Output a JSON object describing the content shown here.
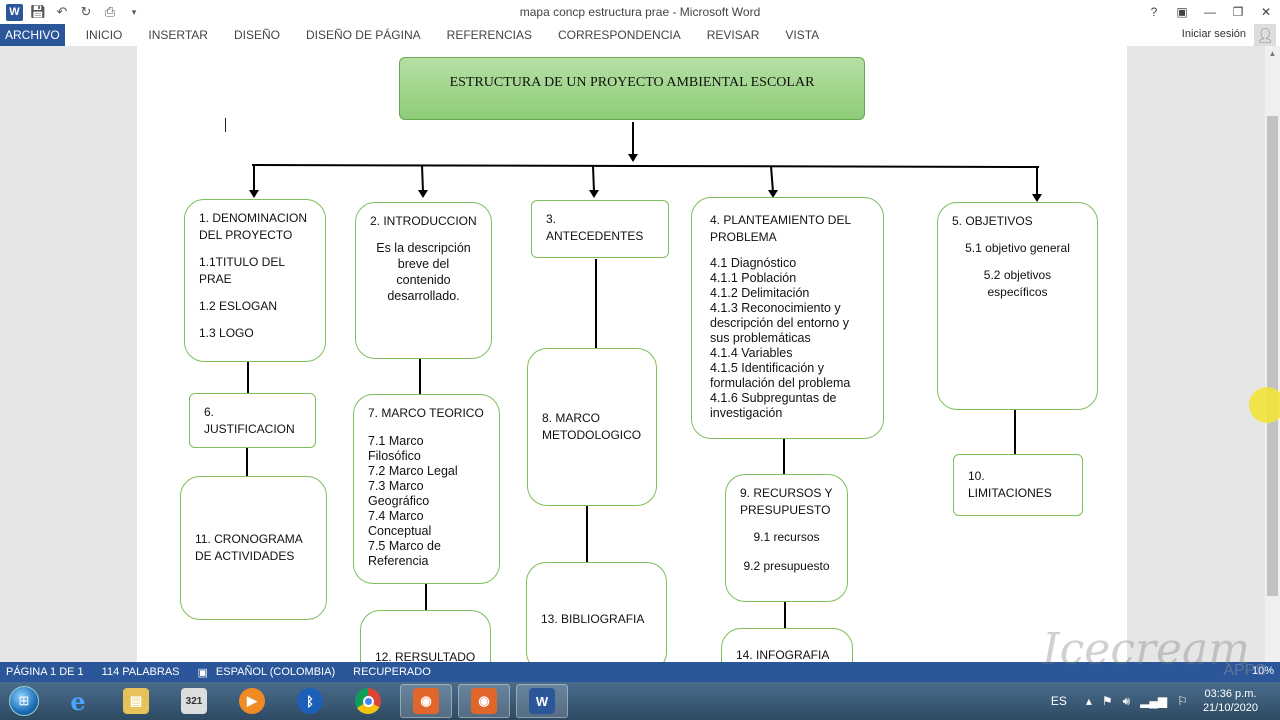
{
  "window": {
    "title": "mapa concp estructura prae - Microsoft Word",
    "quick_access": [
      "word-icon",
      "save-icon",
      "undo-icon",
      "redo-icon",
      "print-preview-icon",
      "customize-icon"
    ],
    "controls": {
      "help": "?",
      "ribbon_opts": "▣",
      "minimize": "—",
      "restore": "❐",
      "close": "✕"
    }
  },
  "ribbon": {
    "tabs": [
      "ARCHIVO",
      "INICIO",
      "INSERTAR",
      "DISEÑO",
      "DISEÑO DE PÁGINA",
      "REFERENCIAS",
      "CORRESPONDENCIA",
      "REVISAR",
      "VISTA"
    ],
    "signin": "Iniciar sesión"
  },
  "diagram": {
    "title": "ESTRUCTURA DE UN PROYECTO AMBIENTAL ESCOLAR",
    "b1": {
      "head": "1. DENOMINACION DEL PROYECTO",
      "items": [
        "1.1TITULO DEL PRAE",
        "1.2 ESLOGAN",
        "1.3 LOGO"
      ]
    },
    "b2": {
      "head": "2. INTRODUCCION",
      "body": "Es la descripción breve del contenido desarrollado."
    },
    "b3": {
      "head": "3. ANTECEDENTES"
    },
    "b4": {
      "head": "4. PLANTEAMIENTO DEL PROBLEMA",
      "items": [
        "4.1 Diagnóstico",
        "4.1.1 Población",
        "4.1.2 Delimitación",
        "4.1.3 Reconocimiento y descripción del entorno y sus problemáticas",
        "4.1.4 Variables",
        "4.1.5 Identificación y formulación del problema",
        "4.1.6 Subpreguntas de investigación"
      ]
    },
    "b5": {
      "head": "5. OBJETIVOS",
      "items": [
        "5.1 objetivo general",
        "5.2 objetivos específicos"
      ]
    },
    "b6": {
      "head": "6. JUSTIFICACION"
    },
    "b7": {
      "head": "7. MARCO TEORICO",
      "items": [
        "7.1 Marco Filosófico",
        "7.2 Marco Legal",
        "7.3 Marco Geográfico",
        "7.4 Marco Conceptual",
        "7.5 Marco de Referencia"
      ]
    },
    "b8": {
      "head": "8. MARCO METODOLOGICO"
    },
    "b9": {
      "head": "9. RECURSOS Y PRESUPUESTO",
      "items": [
        "9.1 recursos",
        "9.2 presupuesto"
      ]
    },
    "b10": {
      "head": "10. LIMITACIONES"
    },
    "b11": {
      "head": "11. CRONOGRAMA DE ACTIVIDADES"
    },
    "b12": {
      "head": "12. RERSULTADO"
    },
    "b13": {
      "head": "13. BIBLIOGRAFIA"
    },
    "b14": {
      "head": "14. INFOGRAFIA"
    }
  },
  "statusbar": {
    "page": "PÁGINA 1 DE 1",
    "words": "114 PALABRAS",
    "language": "ESPAÑOL (COLOMBIA)",
    "state": "RECUPERADO",
    "zoom": "10%"
  },
  "watermark": {
    "brand": "Icecream",
    "sub": "APPS"
  },
  "taskbar": {
    "apps": [
      "ie-icon",
      "explorer-icon",
      "media-center-icon",
      "media-player-icon",
      "bluetooth-icon",
      "chrome-icon",
      "recorder-icon",
      "recorder-icon",
      "word-icon"
    ],
    "lang": "ES",
    "time": "03:36 p.m.",
    "date": "21/10/2020"
  },
  "colors": {
    "accent": "#2b579a",
    "box_border": "#7fbf5a",
    "title_fill": "#9fd68a"
  }
}
